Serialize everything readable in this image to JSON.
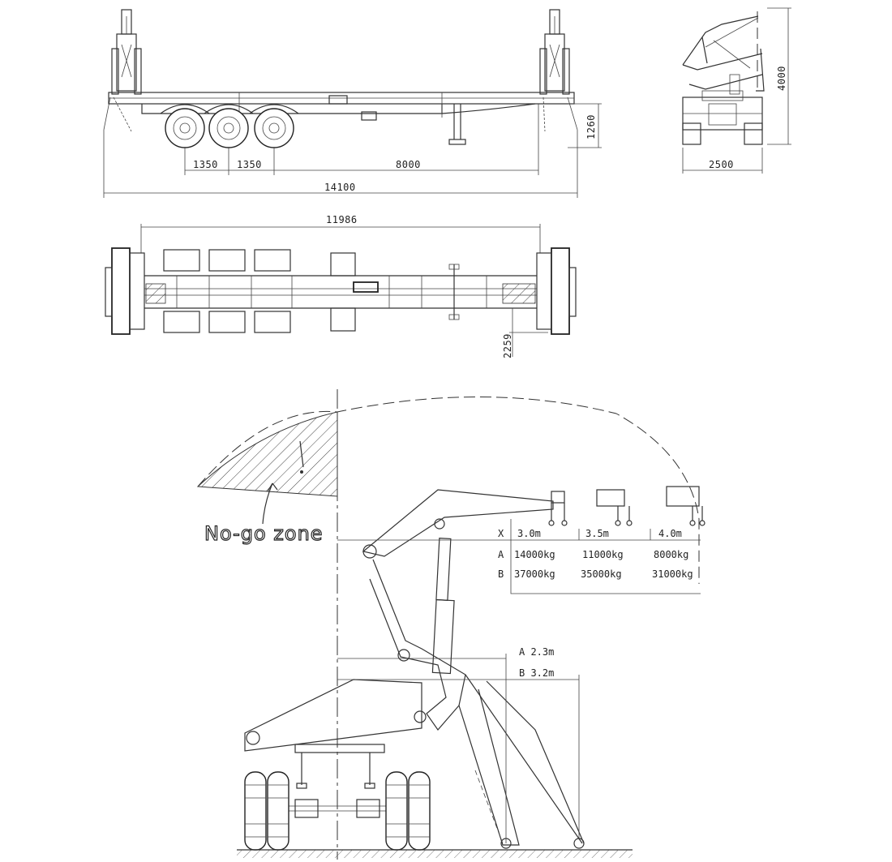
{
  "side_view": {
    "dim_axle_spacing_1": "1350",
    "dim_axle_spacing_2": "1350",
    "dim_rear_to_kingpin": "8000",
    "dim_overall_length": "14100",
    "dim_deck_height": "1260"
  },
  "end_view": {
    "dim_height": "4000",
    "dim_width": "2500"
  },
  "top_view": {
    "dim_crane_spacing": "11986",
    "dim_outrigger": "2259"
  },
  "lift_diagram": {
    "no_go_label": "No-go zone",
    "row_labels": [
      "X",
      "A",
      "B"
    ],
    "capacity_table": [
      {
        "reach": "3.0m",
        "a": "14000kg",
        "b": "37000kg"
      },
      {
        "reach": "3.5m",
        "a": "11000kg",
        "b": "35000kg"
      },
      {
        "reach": "4.0m",
        "a": "8000kg",
        "b": "31000kg"
      }
    ],
    "outrigger_a": "A 2.3m",
    "outrigger_b": "B 3.2m"
  }
}
